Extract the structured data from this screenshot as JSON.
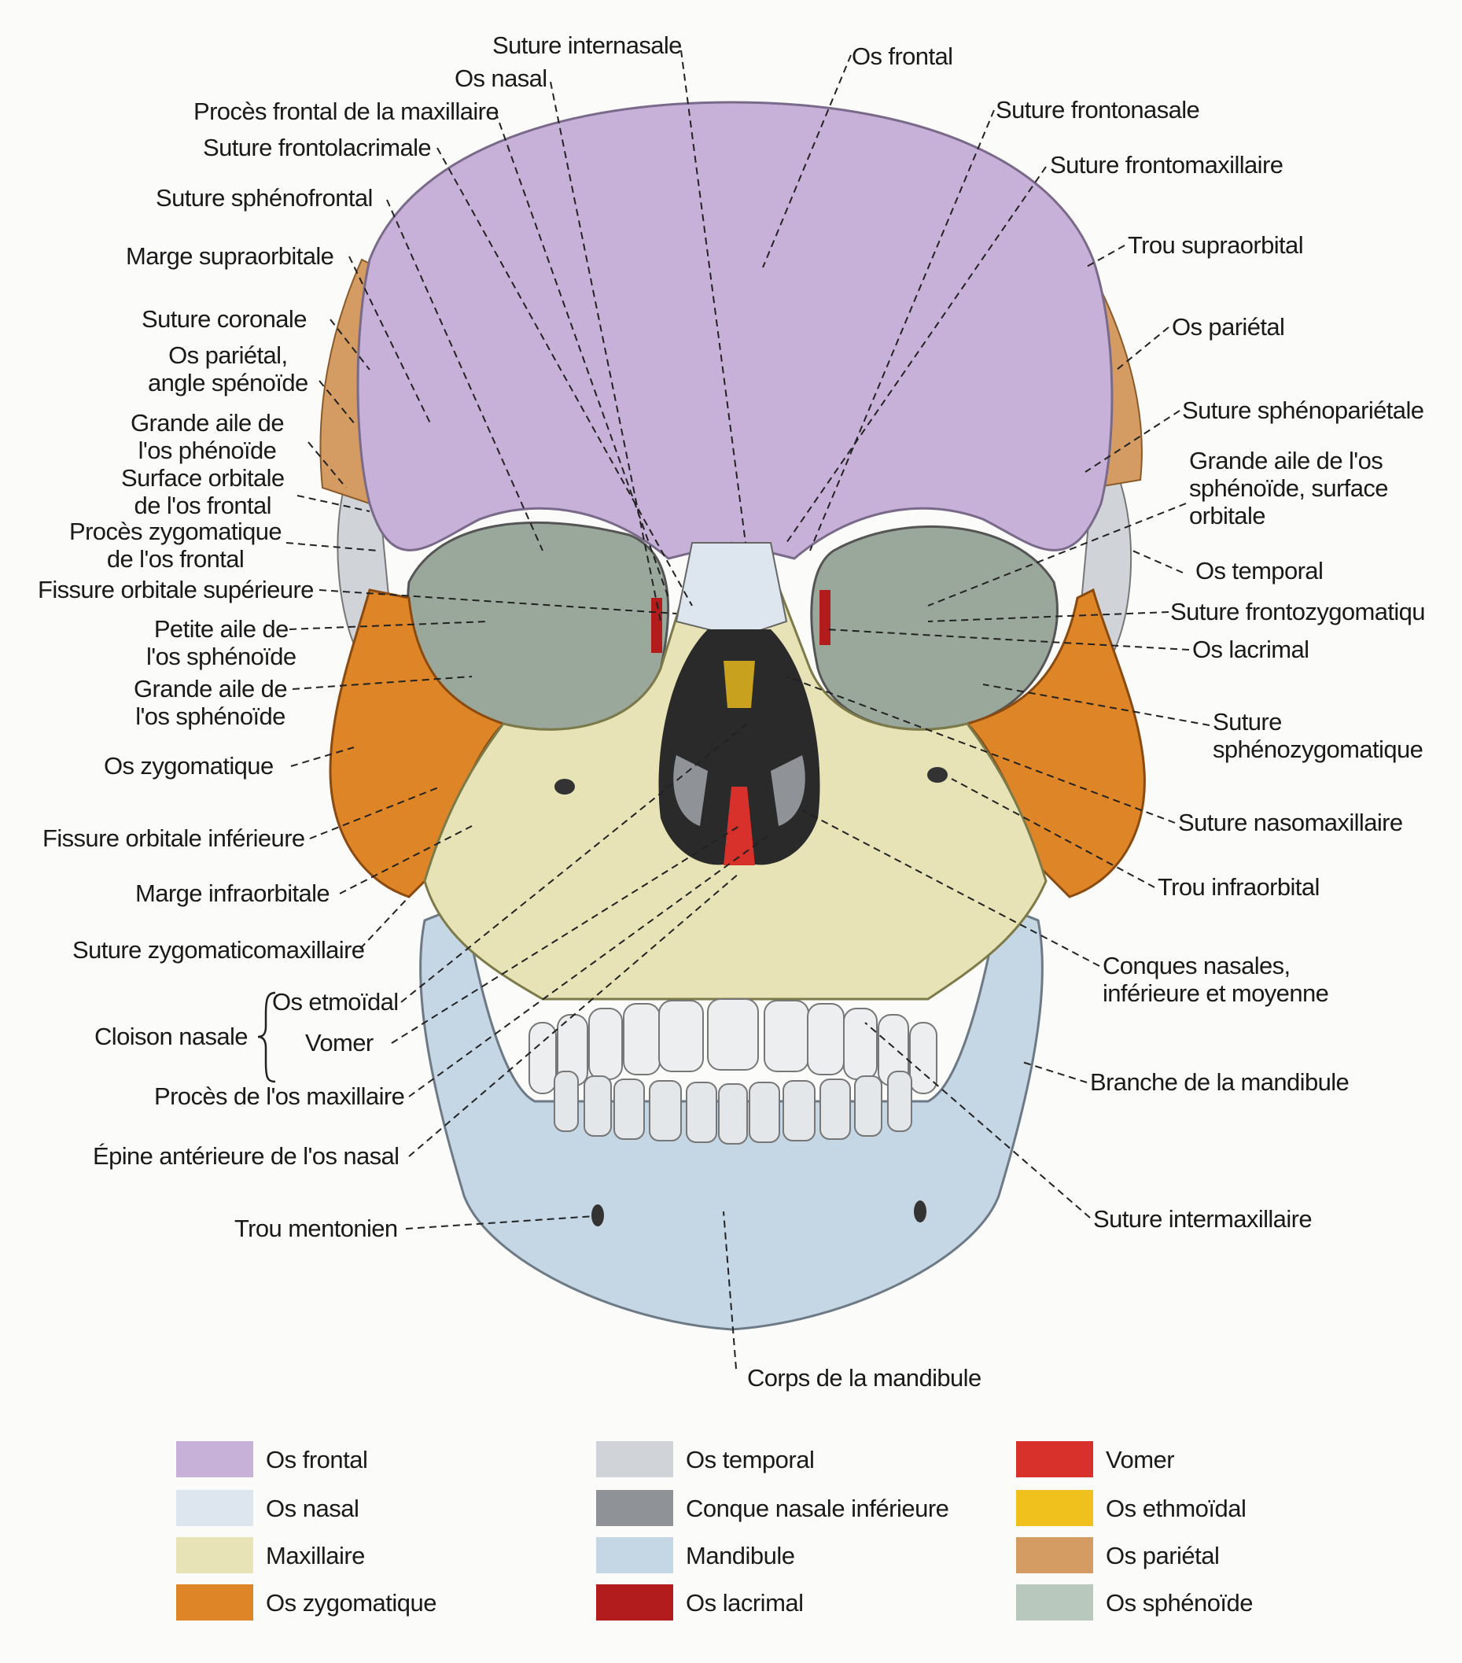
{
  "colors": {
    "frontal": "#c8b1d9",
    "nasal": "#dde5ee",
    "maxillaire": "#e7e3b6",
    "zygomatique": "#de8627",
    "temporal": "#d0d3d8",
    "conque": "#8f9397",
    "mandibule": "#c5d6e4",
    "lacrimal": "#b21c1c",
    "vomer": "#d8302a",
    "ethmoidal": "#f0c11d",
    "parietal": "#d49b62",
    "sphenoide": "#b9c8bd"
  },
  "labels": {
    "suture_internasale": "Suture internasale",
    "os_frontal": "Os frontal",
    "os_nasal": "Os nasal",
    "proces_frontal_maxillaire": "Procès frontal de la maxillaire",
    "suture_frontonasale": "Suture frontonasale",
    "suture_frontolacrimale": "Suture frontolacrimale",
    "suture_frontomaxillaire": "Suture frontomaxillaire",
    "suture_sphenofrontal": "Suture sphénofrontal",
    "marge_supraorbitale": "Marge supraorbitale",
    "trou_supraorbital": "Trou supraorbital",
    "suture_coronale": "Suture coronale",
    "os_parietal_right": "Os pariétal",
    "os_parietal_angle": "Os pariétal,\nangle spénoïde",
    "suture_sphenoparietale": "Suture sphénopariétale",
    "grande_aile_phenoide": "Grande aile de\nl'os phénoïde",
    "grande_aile_orbitale": "Grande aile de l'os\nsphénoïde, surface\norbitale",
    "surface_orbitale_frontal": "Surface orbitale\nde l'os frontal",
    "proces_zygomatique_frontal": "Procès zygomatique\nde l'os frontal",
    "os_temporal": "Os temporal",
    "fissure_orbitale_superieure": "Fissure orbitale supérieure",
    "suture_frontozygomatique": "Suture frontozygomatiqu",
    "petite_aile": "Petite aile de\nl'os sphénoïde",
    "os_lacrimal": "Os lacrimal",
    "grande_aile_sphenoide": "Grande aile de\nl'os sphénoïde",
    "suture_sphenozygomatique": "Suture\nsphénozygomatique",
    "os_zygomatique": "Os zygomatique",
    "suture_nasomaxillaire": "Suture nasomaxillaire",
    "fissure_orbitale_inferieure": "Fissure orbitale inférieure",
    "trou_infraorbital": "Trou infraorbital",
    "marge_infraorbitale": "Marge infraorbitale",
    "suture_zygomaticomaxillaire": "Suture zygomaticomaxillaire",
    "conques_nasales": "Conques nasales,\ninférieure et moyenne",
    "os_etmoidal": "Os etmoïdal",
    "cloison_nasale": "Cloison nasale",
    "vomer": "Vomer",
    "branche_mandibule": "Branche de la mandibule",
    "proces_os_maxillaire": "Procès de l'os maxillaire",
    "epine_anterieure": "Épine antérieure de l'os nasal",
    "suture_intermaxillaire": "Suture intermaxillaire",
    "trou_mentonien": "Trou mentonien",
    "corps_mandibule": "Corps de la mandibule"
  },
  "legend": [
    {
      "label": "Os frontal",
      "color": "#c8b1d9"
    },
    {
      "label": "Os nasal",
      "color": "#dde5ee"
    },
    {
      "label": "Maxillaire",
      "color": "#e7e3b6"
    },
    {
      "label": "Os zygomatique",
      "color": "#de8627"
    },
    {
      "label": "Os temporal",
      "color": "#d0d3d8"
    },
    {
      "label": "Conque nasale inférieure",
      "color": "#8f9397"
    },
    {
      "label": "Mandibule",
      "color": "#c5d6e4"
    },
    {
      "label": "Os lacrimal",
      "color": "#b21c1c"
    },
    {
      "label": "Vomer",
      "color": "#d8302a"
    },
    {
      "label": "Os ethmoïdal",
      "color": "#f0c11d"
    },
    {
      "label": "Os pariétal",
      "color": "#d49b62"
    },
    {
      "label": "Os sphénoïde",
      "color": "#b9c8bd"
    }
  ]
}
